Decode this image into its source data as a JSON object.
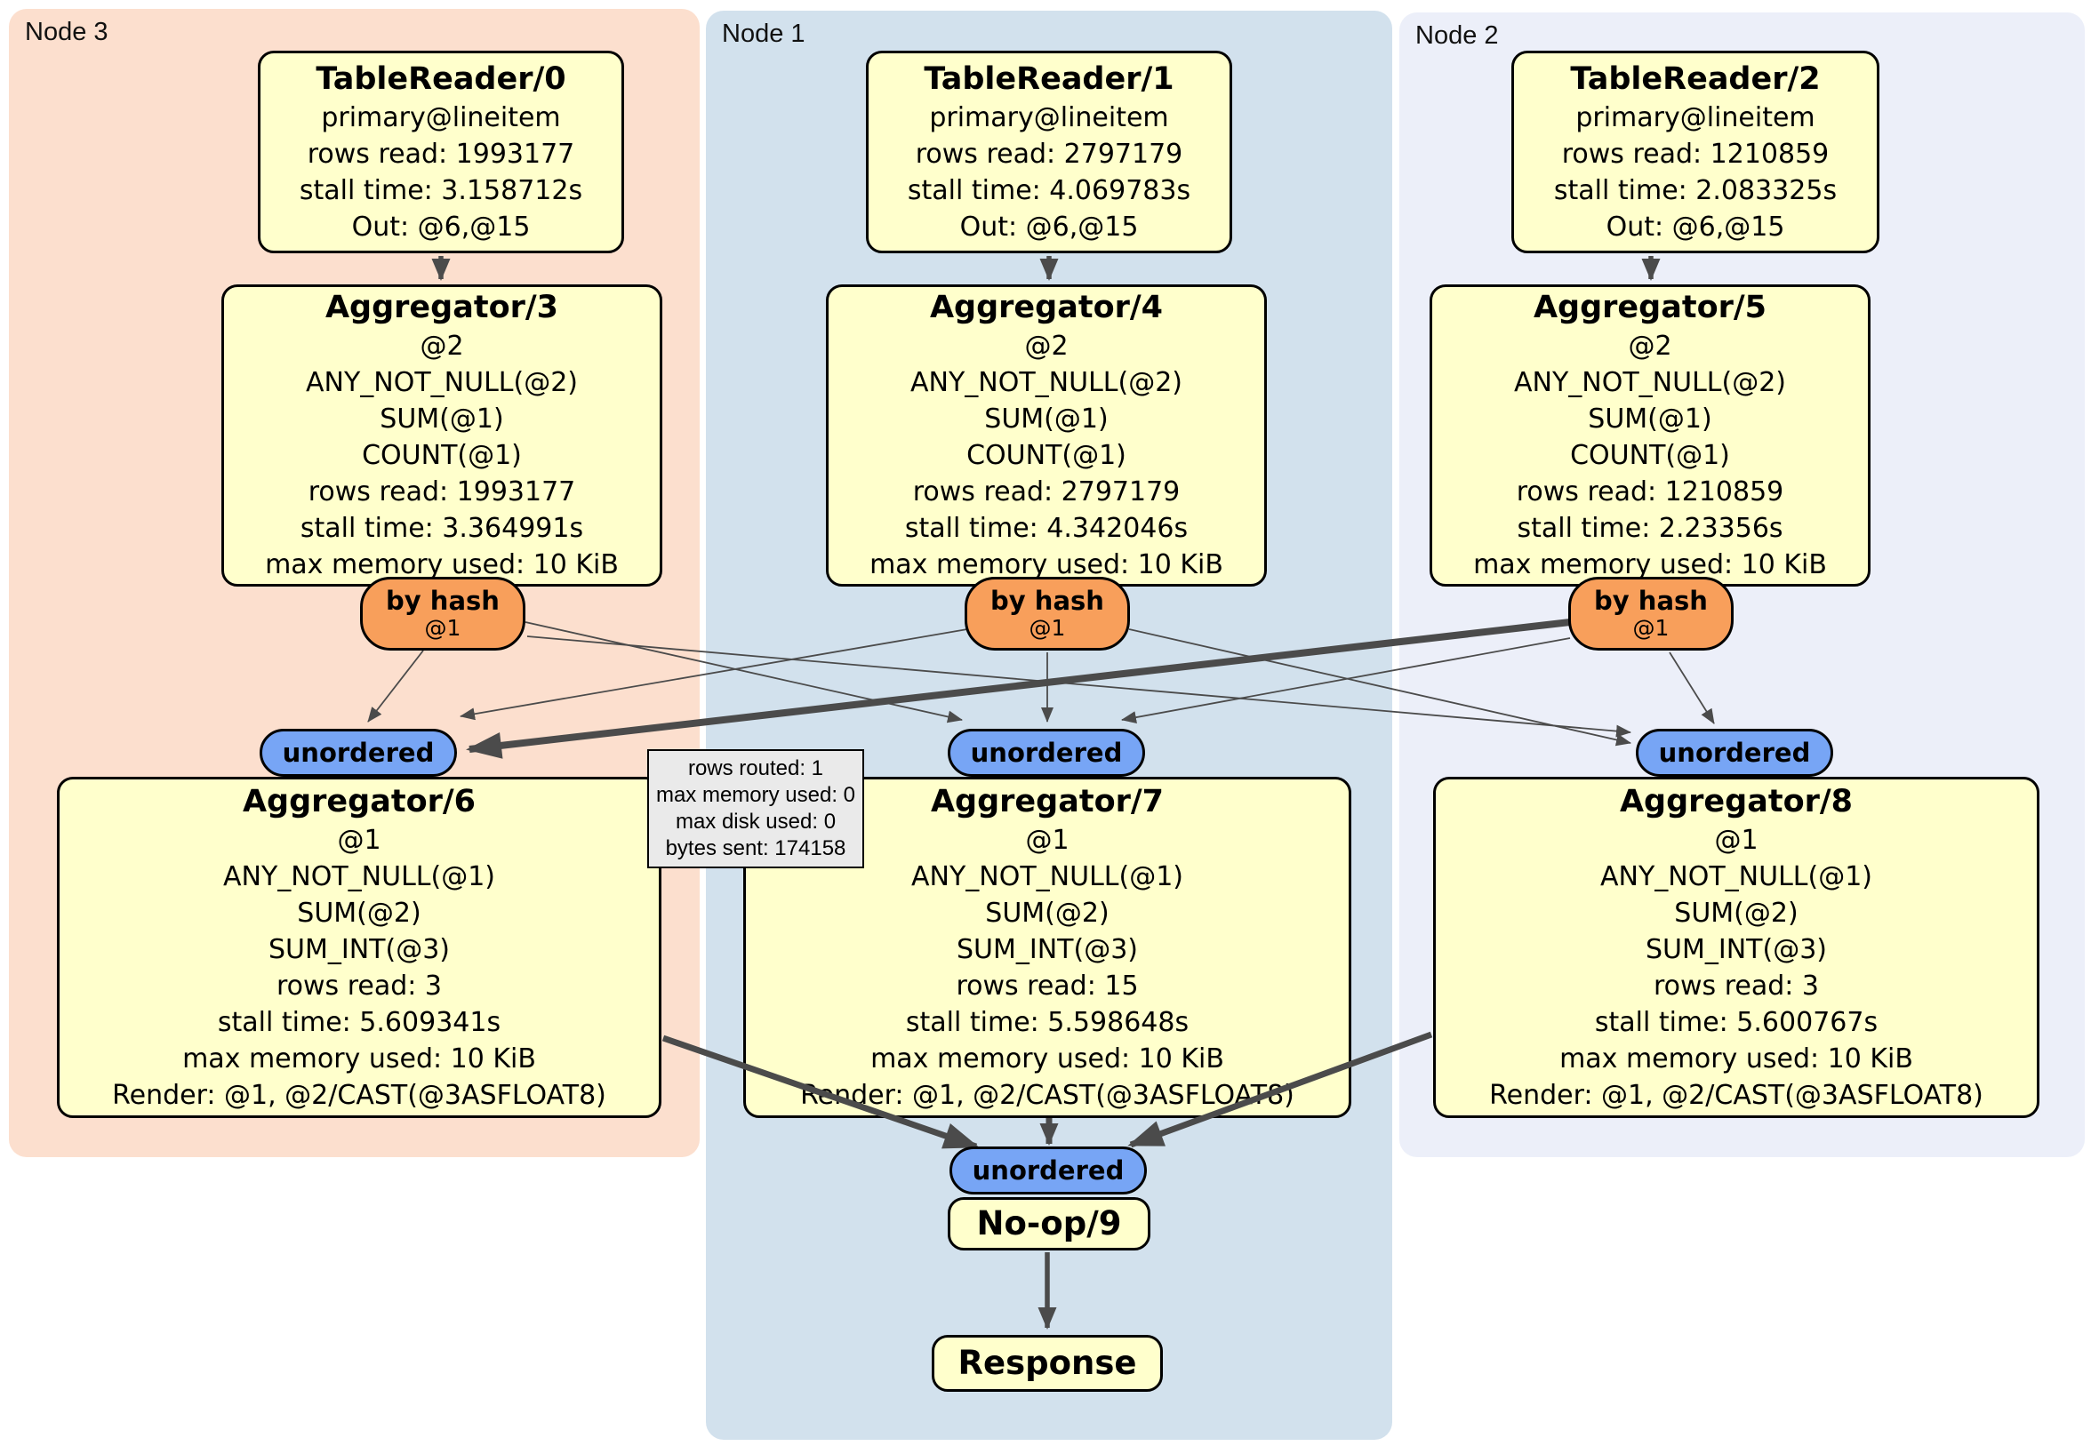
{
  "colors": {
    "node3-bg": "#fcdfce",
    "node1-bg": "#d2e1ed",
    "node2-bg": "#eceff9",
    "box-bg": "#ffffcc",
    "hash-bg": "#f89f5b",
    "sync-bg": "#77a5f5",
    "tooltip-bg": "#eaeaea",
    "edge": "#4b4b4b"
  },
  "regions": {
    "node3": {
      "label": "Node 3"
    },
    "node1": {
      "label": "Node 1"
    },
    "node2": {
      "label": "Node 2"
    }
  },
  "routers": {
    "hash_label": "by hash",
    "hash_sub": "@1",
    "sync_label": "unordered"
  },
  "nodes": {
    "tr0": {
      "title": "TableReader/0",
      "lines": [
        "primary@lineitem",
        "rows read: 1993177",
        "stall time: 3.158712s",
        "Out: @6,@15"
      ]
    },
    "tr1": {
      "title": "TableReader/1",
      "lines": [
        "primary@lineitem",
        "rows read: 2797179",
        "stall time: 4.069783s",
        "Out: @6,@15"
      ]
    },
    "tr2": {
      "title": "TableReader/2",
      "lines": [
        "primary@lineitem",
        "rows read: 1210859",
        "stall time: 2.083325s",
        "Out: @6,@15"
      ]
    },
    "agg3": {
      "title": "Aggregator/3",
      "lines": [
        "@2",
        "ANY_NOT_NULL(@2)",
        "SUM(@1)",
        "COUNT(@1)",
        "rows read: 1993177",
        "stall time: 3.364991s",
        "max memory used: 10 KiB"
      ]
    },
    "agg4": {
      "title": "Aggregator/4",
      "lines": [
        "@2",
        "ANY_NOT_NULL(@2)",
        "SUM(@1)",
        "COUNT(@1)",
        "rows read: 2797179",
        "stall time: 4.342046s",
        "max memory used: 10 KiB"
      ]
    },
    "agg5": {
      "title": "Aggregator/5",
      "lines": [
        "@2",
        "ANY_NOT_NULL(@2)",
        "SUM(@1)",
        "COUNT(@1)",
        "rows read: 1210859",
        "stall time: 2.23356s",
        "max memory used: 10 KiB"
      ]
    },
    "agg6": {
      "title": "Aggregator/6",
      "lines": [
        "@1",
        "ANY_NOT_NULL(@1)",
        "SUM(@2)",
        "SUM_INT(@3)",
        "rows read: 3",
        "stall time: 5.609341s",
        "max memory used: 10 KiB",
        "Render: @1, @2/CAST(@3ASFLOAT8)"
      ]
    },
    "agg7": {
      "title": "Aggregator/7",
      "lines": [
        "@1",
        "ANY_NOT_NULL(@1)",
        "SUM(@2)",
        "SUM_INT(@3)",
        "rows read: 15",
        "stall time: 5.598648s",
        "max memory used: 10 KiB",
        "Render: @1, @2/CAST(@3ASFLOAT8)"
      ]
    },
    "agg8": {
      "title": "Aggregator/8",
      "lines": [
        "@1",
        "ANY_NOT_NULL(@1)",
        "SUM(@2)",
        "SUM_INT(@3)",
        "rows read: 3",
        "stall time: 5.600767s",
        "max memory used: 10 KiB",
        "Render: @1, @2/CAST(@3ASFLOAT8)"
      ]
    },
    "noop": {
      "title": "No-op/9"
    },
    "response": {
      "title": "Response"
    }
  },
  "tooltip": {
    "lines": [
      "rows routed: 1",
      "max memory used: 0",
      "max disk used: 0",
      "bytes sent: 174158"
    ]
  }
}
